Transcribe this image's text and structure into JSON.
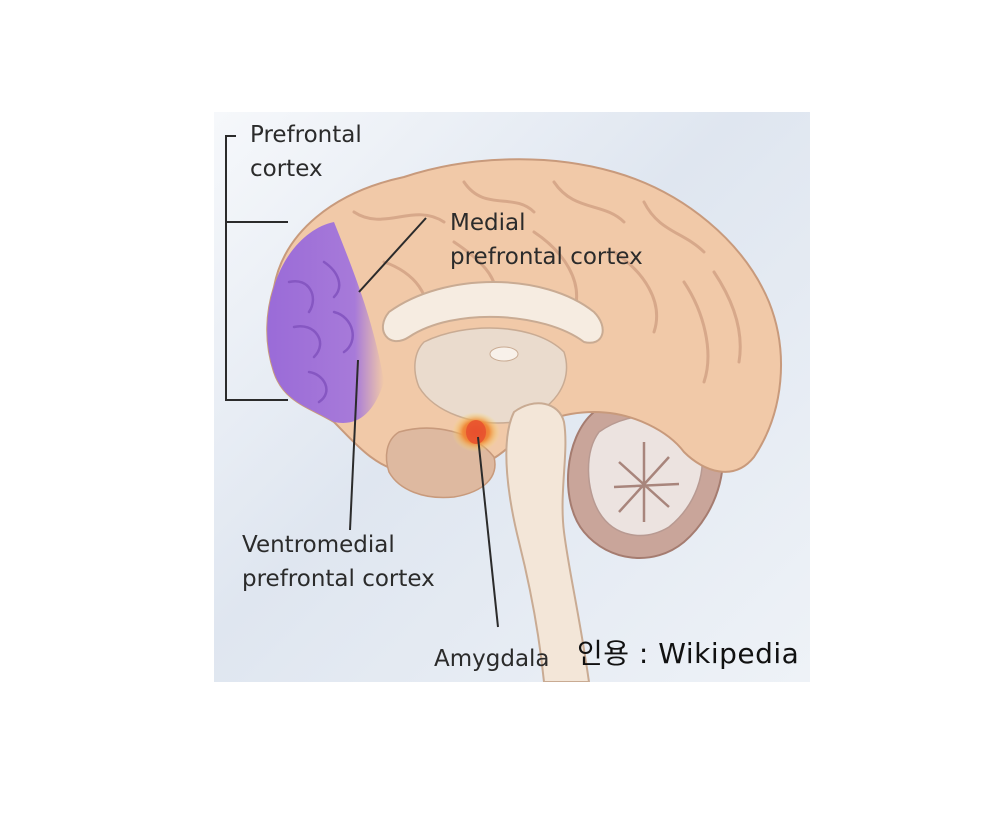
{
  "labels": {
    "prefrontal_line1": "Prefrontal",
    "prefrontal_line2": "cortex",
    "medial_line1": "Medial",
    "medial_line2": "prefrontal cortex",
    "ventromedial_line1": "Ventromedial",
    "ventromedial_line2": "prefrontal cortex",
    "amygdala": "Amygdala"
  },
  "credit": "인용 :  Wikipedia",
  "colors": {
    "cortex": "#f1c9a8",
    "prefrontal_highlight": "#a77ad9",
    "amygdala": "#e8502e",
    "brainstem": "#f3e6d8",
    "cerebellum": "#c9a59a"
  }
}
